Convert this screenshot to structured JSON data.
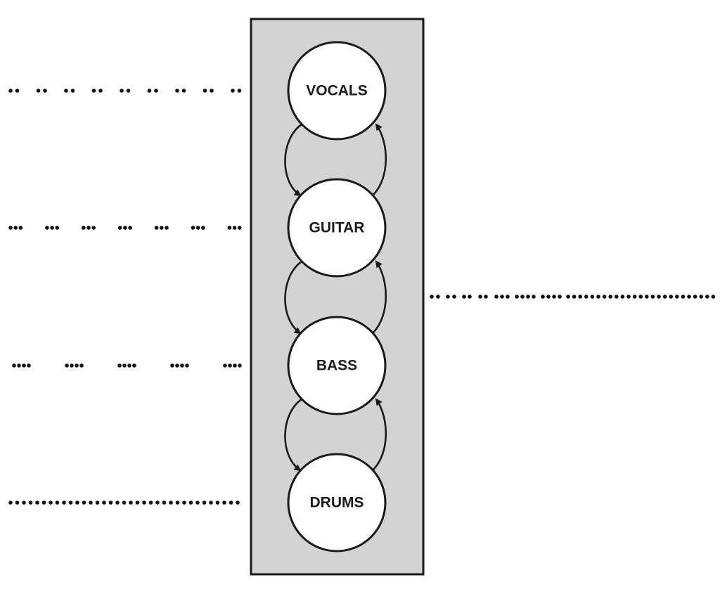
{
  "diagram": {
    "nodes": [
      {
        "id": "vocals",
        "label": "VOCALS"
      },
      {
        "id": "guitar",
        "label": "GUITAR"
      },
      {
        "id": "bass",
        "label": "BASS"
      },
      {
        "id": "drums",
        "label": "DRUMS"
      }
    ],
    "edges": [
      {
        "from": "vocals",
        "to": "guitar"
      },
      {
        "from": "guitar",
        "to": "vocals"
      },
      {
        "from": "guitar",
        "to": "bass"
      },
      {
        "from": "bass",
        "to": "guitar"
      },
      {
        "from": "bass",
        "to": "drums"
      },
      {
        "from": "drums",
        "to": "bass"
      }
    ],
    "input_lines": [
      {
        "target": "vocals",
        "pattern": "pairs"
      },
      {
        "target": "guitar",
        "pattern": "triples"
      },
      {
        "target": "bass",
        "pattern": "quads"
      },
      {
        "target": "drums",
        "pattern": "continuous"
      }
    ],
    "output_line": {
      "pattern": "mixed"
    },
    "colors": {
      "panel_fill": "#d4d3d4",
      "stroke": "#1a1a1a",
      "node_fill": "#ffffff",
      "dot": "#111111"
    }
  }
}
